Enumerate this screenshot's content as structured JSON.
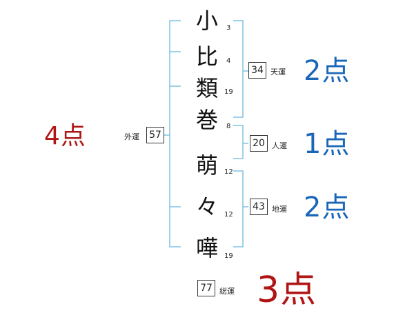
{
  "name_chars": [
    {
      "char": "小",
      "strokes": "3"
    },
    {
      "char": "比",
      "strokes": "4"
    },
    {
      "char": "類",
      "strokes": "19"
    },
    {
      "char": "巻",
      "strokes": "8"
    },
    {
      "char": "萌",
      "strokes": "12"
    },
    {
      "char": "々",
      "strokes": "12"
    },
    {
      "char": "嘩",
      "strokes": "19"
    }
  ],
  "tenkaku": {
    "value": "34",
    "label": "天運",
    "score": "2点"
  },
  "jinkaku": {
    "value": "20",
    "label": "人運",
    "score": "1点"
  },
  "chikaku": {
    "value": "43",
    "label": "地運",
    "score": "2点"
  },
  "gaikaku": {
    "value": "57",
    "label": "外運",
    "score": "4点"
  },
  "soukaku": {
    "value": "77",
    "label": "総運",
    "score": "3点"
  },
  "colors": {
    "bracket": "#7ec3e3",
    "score_blue": "#1a66b8",
    "score_red": "#b01515"
  }
}
